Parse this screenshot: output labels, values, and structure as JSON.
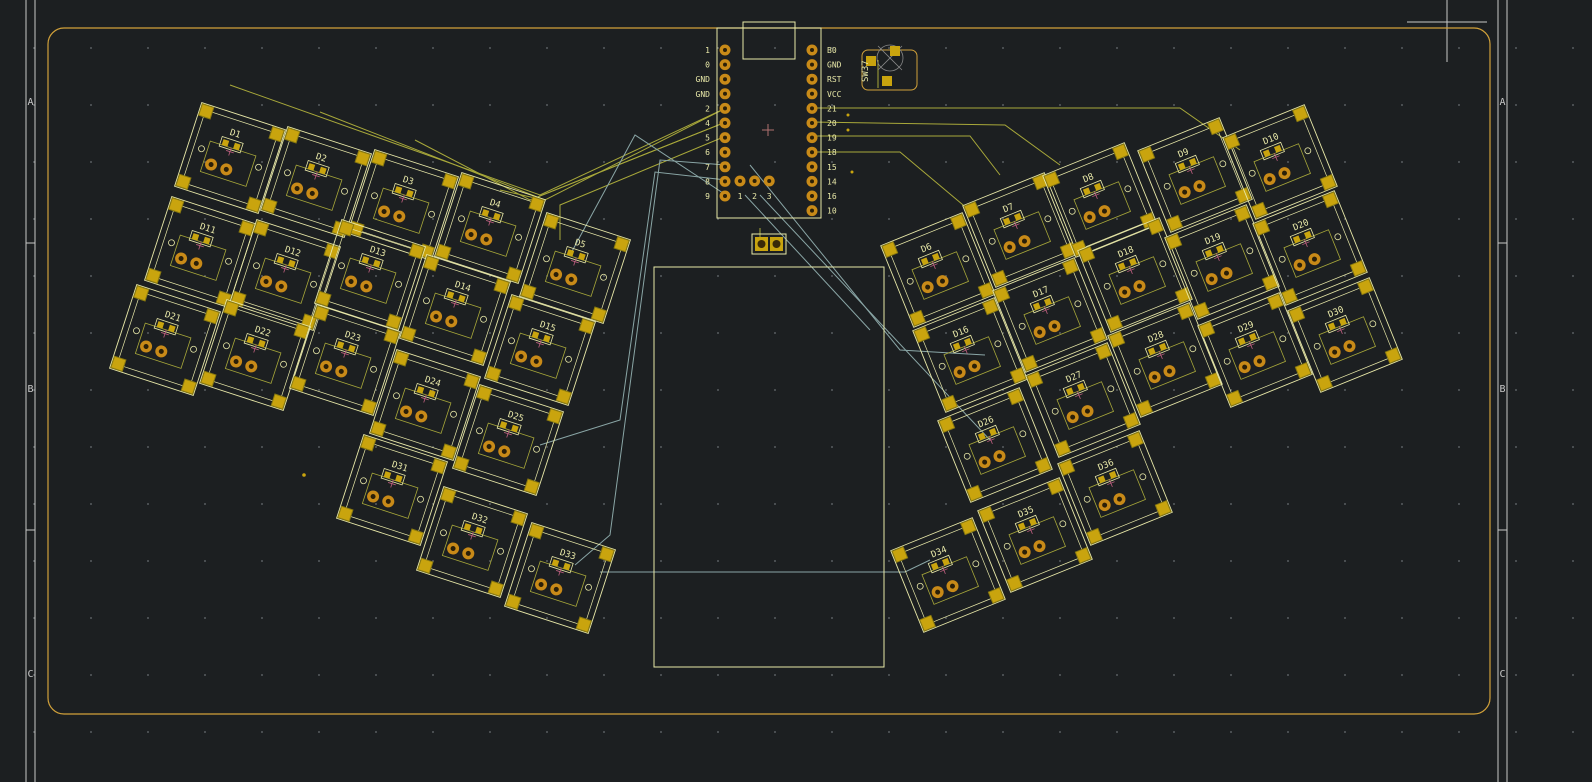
{
  "colors": {
    "background": "#1c1f21",
    "frame": "#c8c8c8",
    "edge_cuts": "#d1a13a",
    "silkscreen": "#e8e8a8",
    "pad": "#c9a40e",
    "pad_dark": "#8a7a10",
    "through_hole": "#c88a18",
    "trace_front": "#a8a83a",
    "trace_back": "#8aa6a6",
    "grid": "#6a6e72"
  },
  "sheet_border": {
    "row_labels_left": [
      "A",
      "B",
      "C"
    ],
    "row_labels_right": [
      "A",
      "B",
      "C"
    ]
  },
  "controller": {
    "left_pins": [
      "1",
      "0",
      "GND",
      "GND",
      "2",
      "4",
      "5",
      "6",
      "7",
      "8",
      "9"
    ],
    "right_pins": [
      "B0",
      "GND",
      "RST",
      "VCC",
      "21",
      "20",
      "19",
      "18",
      "15",
      "14",
      "16",
      "10"
    ],
    "bottom_pins": [
      "1",
      "2",
      "3"
    ]
  },
  "reset_switch": {
    "label": "SW37"
  },
  "diodes_left": [
    "D1",
    "D2",
    "D3",
    "D4",
    "D5",
    "D11",
    "D12",
    "D13",
    "D14",
    "D15",
    "D21",
    "D22",
    "D23",
    "D24",
    "D25",
    "D31",
    "D32",
    "D33"
  ],
  "diodes_right": [
    "D6",
    "D7",
    "D8",
    "D9",
    "D10",
    "D16",
    "D17",
    "D18",
    "D19",
    "D20",
    "D26",
    "D27",
    "D28",
    "D29",
    "D30",
    "D34",
    "D35",
    "D36"
  ]
}
